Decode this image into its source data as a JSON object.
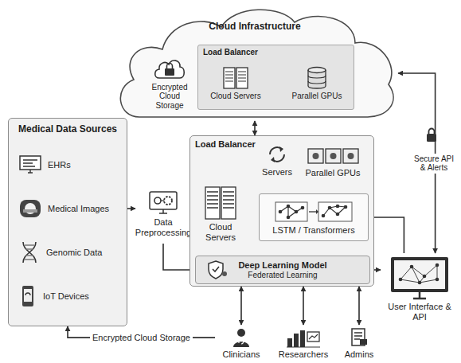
{
  "diagram": {
    "nodes": [
      {
        "text": [
          "Cloud Infrastructure"
        ]
      },
      {
        "text": [
          "Encrypted Cloud Storage"
        ],
        "in": 0
      },
      {
        "text": [
          "Load Balancer"
        ],
        "in": 0
      },
      {
        "text": [
          "Cloud Servers"
        ],
        "in": 2
      },
      {
        "text": [
          "Parallel GPUs"
        ],
        "in": 2
      },
      {
        "text": [
          "Medical Data Sources"
        ]
      },
      {
        "text": [
          "EHRs"
        ],
        "in": 5
      },
      {
        "text": [
          "Medical Images"
        ],
        "in": 5
      },
      {
        "text": [
          "Genomic Data"
        ],
        "in": 5
      },
      {
        "text": [
          "IoT Devices"
        ],
        "in": 5
      },
      {
        "text": [
          "Data Preprocessing"
        ]
      },
      {
        "text": [
          "Load Balancer"
        ]
      },
      {
        "text": [
          "Servers"
        ],
        "in": 11
      },
      {
        "text": [
          "Parallel GPUs"
        ],
        "in": 11
      },
      {
        "text": [
          "Cloud Servers"
        ],
        "in": 11
      },
      {
        "text": [
          "LSTM / Transformers"
        ],
        "in": 11
      },
      {
        "text": [
          "Deep Learning Model",
          "Federated Learning"
        ],
        "in": 11
      },
      {
        "text": [
          "User Interface & API"
        ]
      },
      {
        "text": [
          "Clinicians"
        ]
      },
      {
        "text": [
          "Researchers"
        ]
      },
      {
        "text": [
          "Admins"
        ]
      }
    ],
    "edges": [
      {
        "from": 1,
        "to": 3,
        "arrow": "to"
      },
      {
        "from": 3,
        "to": 4,
        "arrow": "both"
      },
      {
        "from": 0,
        "to": 11,
        "arrow": "both"
      },
      {
        "from": 7,
        "to": 10,
        "arrow": "to"
      },
      {
        "from": 10,
        "to": 14,
        "arrow": "to"
      },
      {
        "from": 10,
        "to": 16,
        "arrow": "to"
      },
      {
        "from": 14,
        "to": 12,
        "arrow": "to"
      },
      {
        "from": 14,
        "to": 15,
        "arrow": "to"
      },
      {
        "from": 13,
        "to": 15,
        "arrow": "to"
      },
      {
        "from": 17,
        "to": 15,
        "arrow": "to"
      },
      {
        "from": 16,
        "to": 17,
        "arrow": "to"
      },
      {
        "from": 17,
        "to": 0,
        "label": "Secure API & Alerts",
        "arrow": "both"
      },
      {
        "from": 11,
        "to": 18,
        "arrow": "both"
      },
      {
        "from": 11,
        "to": 19,
        "arrow": "both"
      },
      {
        "from": 11,
        "to": 20,
        "arrow": "both"
      },
      {
        "from": 18,
        "to": 5,
        "label": "Encrypted Cloud Storage",
        "arrow": "to"
      }
    ]
  }
}
